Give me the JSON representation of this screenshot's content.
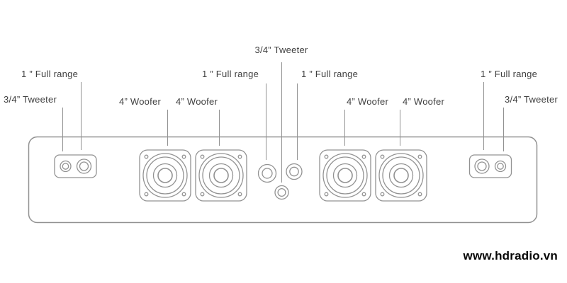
{
  "diagram": {
    "type": "soundbar-speaker-driver-layout",
    "colors": {
      "outline": "#929292",
      "label_text": "#3f3f3f",
      "watermark_text": "#060606",
      "background": "#ffffff"
    },
    "labels": {
      "tweeter_top_center": "3/4” Tweeter",
      "full_range_far_left": "1 ” Full range",
      "tweeter_far_left": "3/4” Tweeter",
      "woofer_1": "4” Woofer",
      "woofer_2": "4” Woofer",
      "full_range_center_left": "1 ” Full range",
      "full_range_center_right": "1 ” Full range",
      "woofer_3": "4” Woofer",
      "woofer_4": "4” Woofer",
      "full_range_far_right": "1 ” Full range",
      "tweeter_far_right": "3/4” Tweeter"
    },
    "components": {
      "woofers": 4,
      "full_range_drivers": 4,
      "tweeters": 3
    },
    "watermark": "www.hdradio.vn"
  }
}
